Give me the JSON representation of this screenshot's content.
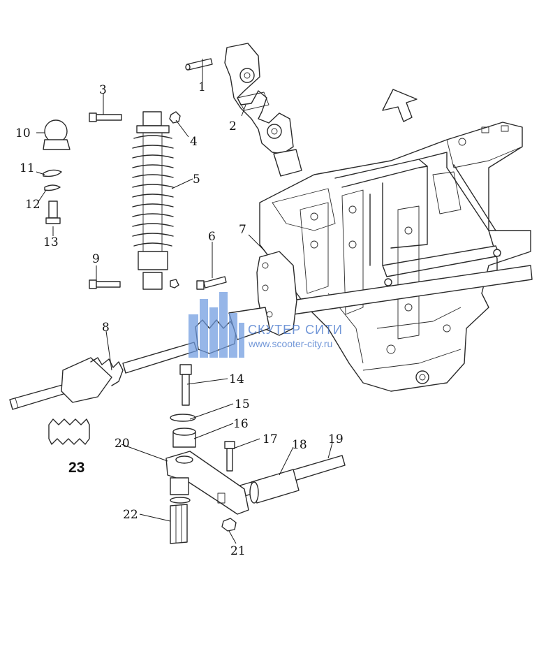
{
  "diagram": {
    "callouts": [
      {
        "id": "1",
        "label": "1"
      },
      {
        "id": "2",
        "label": "2"
      },
      {
        "id": "3",
        "label": "3"
      },
      {
        "id": "4",
        "label": "4"
      },
      {
        "id": "5",
        "label": "5"
      },
      {
        "id": "6",
        "label": "6"
      },
      {
        "id": "7",
        "label": "7"
      },
      {
        "id": "8",
        "label": "8"
      },
      {
        "id": "9",
        "label": "9"
      },
      {
        "id": "10",
        "label": "10"
      },
      {
        "id": "11",
        "label": "11"
      },
      {
        "id": "12",
        "label": "12"
      },
      {
        "id": "13",
        "label": "13"
      },
      {
        "id": "14",
        "label": "14"
      },
      {
        "id": "15",
        "label": "15"
      },
      {
        "id": "16",
        "label": "16"
      },
      {
        "id": "17",
        "label": "17"
      },
      {
        "id": "18",
        "label": "18"
      },
      {
        "id": "19",
        "label": "19"
      },
      {
        "id": "20",
        "label": "20"
      },
      {
        "id": "21",
        "label": "21"
      },
      {
        "id": "22",
        "label": "22"
      },
      {
        "id": "23",
        "label": "23"
      }
    ]
  },
  "watermark": {
    "title": "СКУТЕР СИТИ",
    "url": "www.scooter-city.ru",
    "color": "#3b6fc9"
  }
}
